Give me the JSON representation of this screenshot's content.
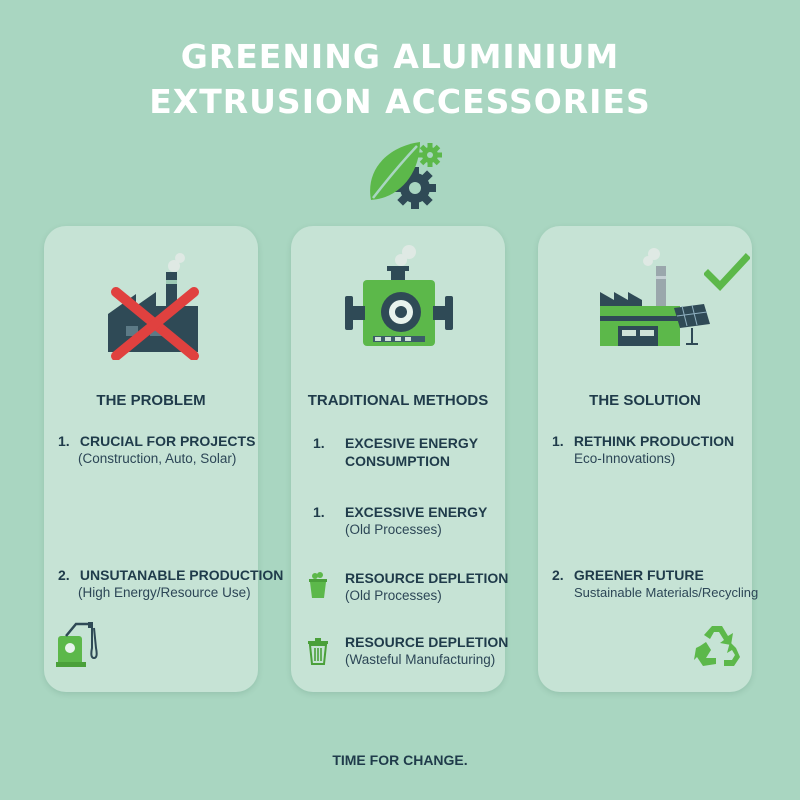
{
  "title": {
    "line1": "GREENING ALUMINIUM",
    "line2": "EXTRUSION ACCESSORIES"
  },
  "icons": {
    "hero": "leaf-gear-icon",
    "problem": "crossed-factory-icon",
    "traditional": "industrial-machine-icon",
    "solution": "green-factory-solar-icon",
    "check": "check-icon",
    "pump": "fuel-pump-icon",
    "recycle": "recycle-icon",
    "bin_full": "full-bin-icon",
    "trash": "trash-can-icon"
  },
  "colors": {
    "background": "#a9d6c1",
    "card": "#c6e3d5",
    "accent_green": "#5cb84a",
    "dark_text": "#1f3b4a",
    "cross_red": "#e0413f"
  },
  "cards": [
    {
      "heading": "THE PROBLEM",
      "items": [
        {
          "num": "1.",
          "main": "CRUCIAL FOR PROJECTS",
          "sub": "(Construction, Auto, Solar)"
        },
        {
          "num": "2.",
          "main": "UNSUTANABLE PRODUCTION",
          "sub": "(High Energy/Resource Use)"
        }
      ]
    },
    {
      "heading": "TRADITIONAL METHODS",
      "items": [
        {
          "num": "1.",
          "main1": "EXCESIVE ENERGY",
          "main2": "CONSUMPTION",
          "sub": ""
        },
        {
          "num": "1.",
          "main": "EXCESSIVE ENERGY",
          "sub": "(Old Processes)"
        },
        {
          "num": "",
          "main": "RESOURCE DEPLETION",
          "sub": "(Old Processes)"
        },
        {
          "num": "",
          "main": "RESOURCE DEPLETION",
          "sub": "(Wasteful Manufacturing)"
        }
      ]
    },
    {
      "heading": "THE SOLUTION",
      "items": [
        {
          "num": "1.",
          "main": "RETHINK PRODUCTION",
          "sub": "Eco-Innovations)"
        },
        {
          "num": "2.",
          "main": "GREENER FUTURE",
          "sub": "Sustainable Materials/Recycling"
        }
      ]
    }
  ],
  "footer": "TIME FOR CHANGE."
}
